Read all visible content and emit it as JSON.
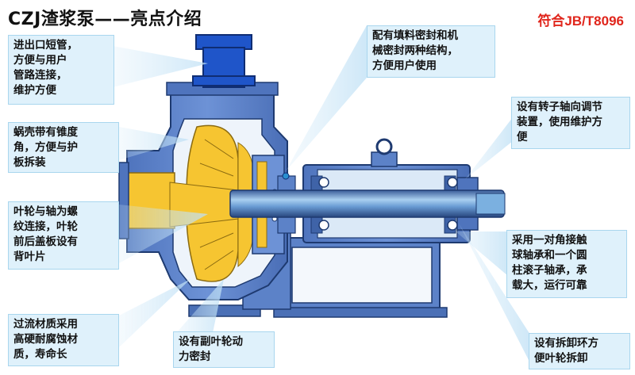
{
  "title": "CZJ渣浆泵——亮点介绍",
  "standard": "符合JB/T8096",
  "callouts": {
    "inlet": "进出口短管，\n方便与用户\n管路连接，\n维护方便",
    "volute": "蜗壳带有锥度\n角，方便与护\n板拆装",
    "impeller": "叶轮与轴为螺\n纹连接，叶轮\n前后盖板设有\n背叶片",
    "material": "过流材质采用\n高硬耐腐蚀材\n质，寿命长",
    "aux_impeller": "设有副叶轮动\n力密封",
    "packing": "配有填料密封和机\n械密封两种结构，\n方便用户使用",
    "rotor": "设有转子轴向调节\n装置，使用维护方\n便",
    "bearing": "采用一对角接触\n球轴承和一个圆\n柱滚子轴承，承\n载大，运行可靠",
    "dismount": "设有拆卸环方\n便叶轮拆卸"
  },
  "colors": {
    "casing": "#5e83c9",
    "outlet": "#1f55c9",
    "impeller": "#f6c531",
    "shaft": "#7bb0e0",
    "callout_bg": "#dff1fb",
    "title_red": "#e0251b"
  }
}
